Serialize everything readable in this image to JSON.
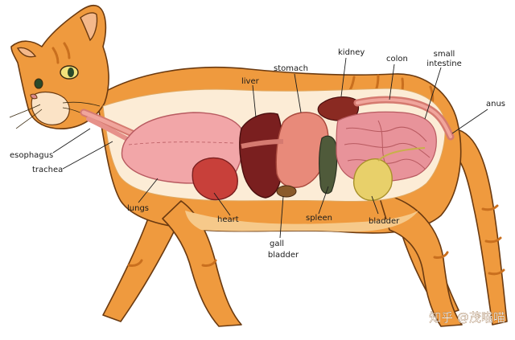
{
  "labels": {
    "esophagus": "esophagus",
    "trachea": "trachea",
    "lungs": "lungs",
    "heart": "heart",
    "liver": "liver",
    "stomach": "stomach",
    "gall_bladder_line1": "gall",
    "gall_bladder_line2": "bladder",
    "spleen": "spleen",
    "kidney": "kidney",
    "colon": "colon",
    "small_intestine_line1": "small",
    "small_intestine_line2": "intestine",
    "bladder": "bladder",
    "anus": "anus"
  },
  "watermark": "知乎 @茂喵喵",
  "colors": {
    "fur": "#ef9a3e",
    "fur_outline": "#6b3a10",
    "lungs": "#f2a6a8",
    "heart": "#c8403a",
    "liver": "#7a1f1f",
    "stomach": "#e88a7a",
    "spleen": "#4f5a3a",
    "kidney": "#8a2a22",
    "intestine": "#e8939a",
    "bladder": "#e8d06a"
  }
}
